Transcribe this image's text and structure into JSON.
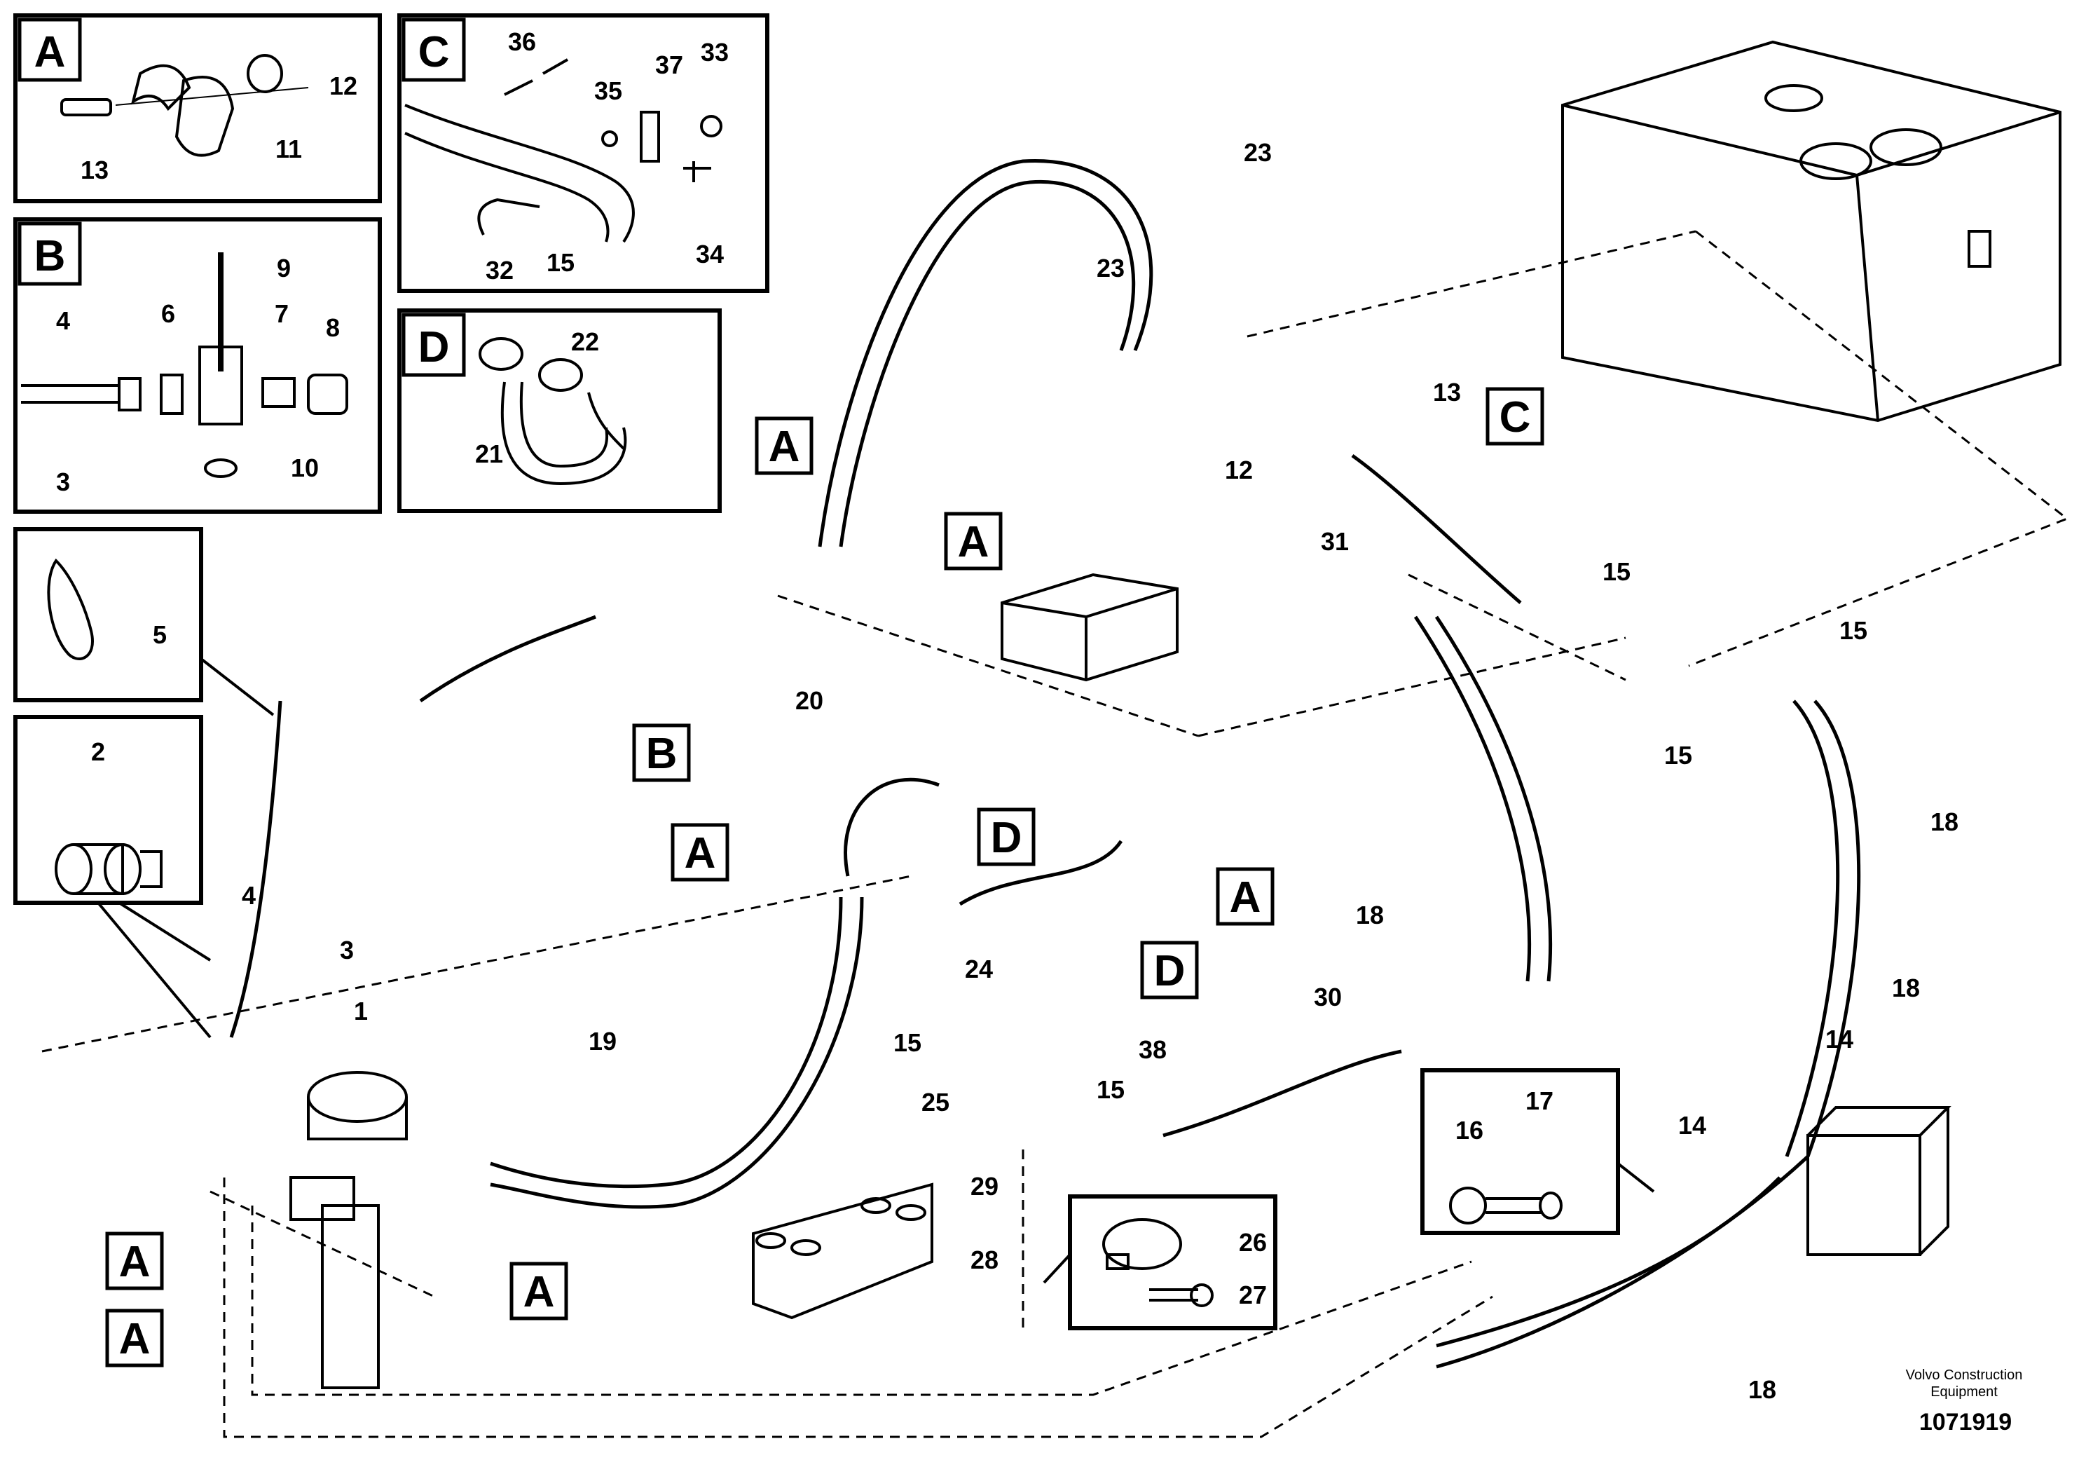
{
  "diagram": {
    "detail_boxes": [
      {
        "id": "A",
        "parts": [
          "12",
          "13",
          "11"
        ]
      },
      {
        "id": "B",
        "parts": [
          "9",
          "4",
          "6",
          "7",
          "8",
          "3",
          "10"
        ]
      },
      {
        "id": "C",
        "parts": [
          "36",
          "37",
          "33",
          "35",
          "32",
          "15",
          "34"
        ]
      },
      {
        "id": "D",
        "parts": [
          "22",
          "21"
        ]
      }
    ],
    "part_numbers": [
      "1",
      "2",
      "3",
      "4",
      "5",
      "6",
      "7",
      "8",
      "9",
      "10",
      "11",
      "12",
      "13",
      "14",
      "15",
      "16",
      "17",
      "18",
      "19",
      "20",
      "21",
      "22",
      "23",
      "24",
      "25",
      "26",
      "27",
      "28",
      "29",
      "30",
      "31",
      "32",
      "33",
      "34",
      "35",
      "36",
      "37",
      "38"
    ],
    "callouts": [
      "A",
      "B",
      "C",
      "D"
    ],
    "credit_line1": "Volvo Construction",
    "credit_line2": "Equipment",
    "drawing_number": "1071919"
  }
}
